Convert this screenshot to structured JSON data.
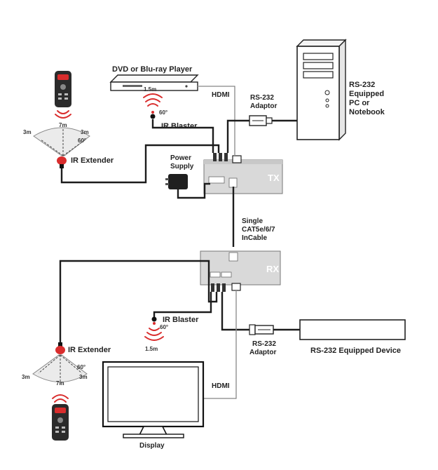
{
  "labels": {
    "dvd_player": "DVD or Blu-ray Player",
    "hdmi_top": "HDMI",
    "rs232_adaptor_top_1": "RS-232",
    "rs232_adaptor_top_2": "Adaptor",
    "pc_1": "RS-232",
    "pc_2": "Equipped",
    "pc_3": "PC or",
    "pc_4": "Notebook",
    "ir_blaster_top": "IR Blaster",
    "ir_extender_top": "IR Extender",
    "power_supply_1": "Power",
    "power_supply_2": "Supply",
    "tx": "TX",
    "rx": "RX",
    "cable_1": "Single",
    "cable_2": "CAT5e/6/7",
    "cable_3": "InCable",
    "ir_blaster_bottom": "IR Blaster",
    "ir_extender_bottom": "IR Extender",
    "rs232_adaptor_bottom_1": "RS-232",
    "rs232_adaptor_bottom_2": "Adaptor",
    "rs232_device": "RS-232 Equipped Device",
    "hdmi_bottom": "HDMI",
    "display": "Display"
  },
  "measures": {
    "top_blaster_distance": "1.5m",
    "top_blaster_angle": "60°",
    "top_ext_range": "7m",
    "top_ext_left": "3m",
    "top_ext_right": "3m",
    "top_ext_angle": "60°",
    "bottom_blaster_angle": "60°",
    "bottom_blaster_distance": "1.5m",
    "bottom_ext_angle": "60°",
    "bottom_ext_range": "7m",
    "bottom_ext_left": "3m",
    "bottom_ext_right": "3m"
  },
  "colors": {
    "ir_accent": "#d92d2d",
    "cable": "#1c1c1c"
  }
}
